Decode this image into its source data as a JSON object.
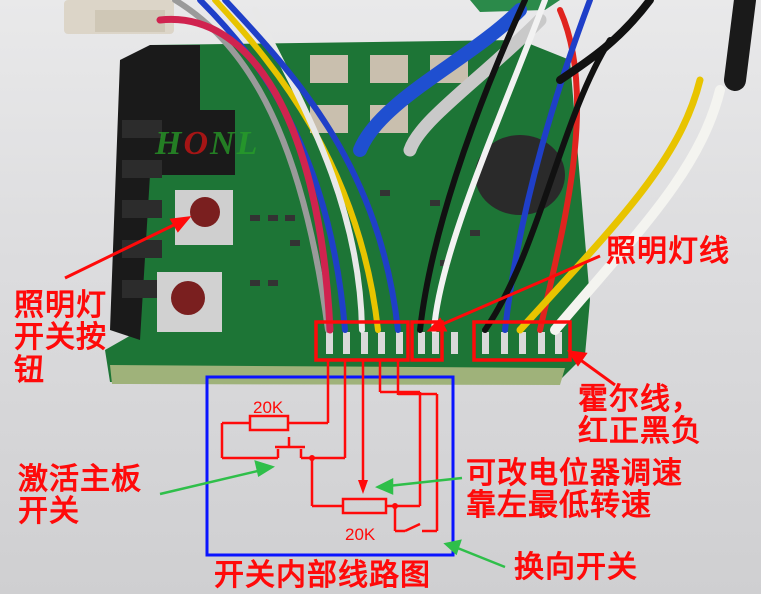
{
  "image": {
    "description": "Photo of an electric-bike lighting/controller PCB with wires, annotated in Chinese with red labels, red boxes around solder pads, a blue-framed switch internal circuit diagram, and green/red arrows",
    "colors": {
      "annotation_red": "#ff0a0a",
      "diagram_frame_blue": "#0a14ff",
      "arrow_green": "#2fbf4a",
      "pcb_green": "#1f7a3a",
      "background": "#d8d8da"
    }
  },
  "watermark": {
    "text_pre": "H",
    "text_o": "O",
    "text_post": "NL"
  },
  "labels": {
    "light_button": "照明灯\n开关按\n钮",
    "light_wire": "照明灯线",
    "hall_wire": "霍尔线，\n红正黑负",
    "activate_switch": "激活主板\n开关",
    "potentiometer": "可改电位器调速\n靠左最低转速",
    "reverse_switch": "换向开关",
    "diagram_title": "开关内部线路图"
  },
  "circuit": {
    "resistor_top_value": "20K",
    "potentiometer_value": "20K"
  },
  "pad_groups": [
    {
      "name": "switch-pads",
      "count": 5
    },
    {
      "name": "light-wire-pads",
      "count": 2
    },
    {
      "name": "hall-pads",
      "count": 5
    }
  ]
}
